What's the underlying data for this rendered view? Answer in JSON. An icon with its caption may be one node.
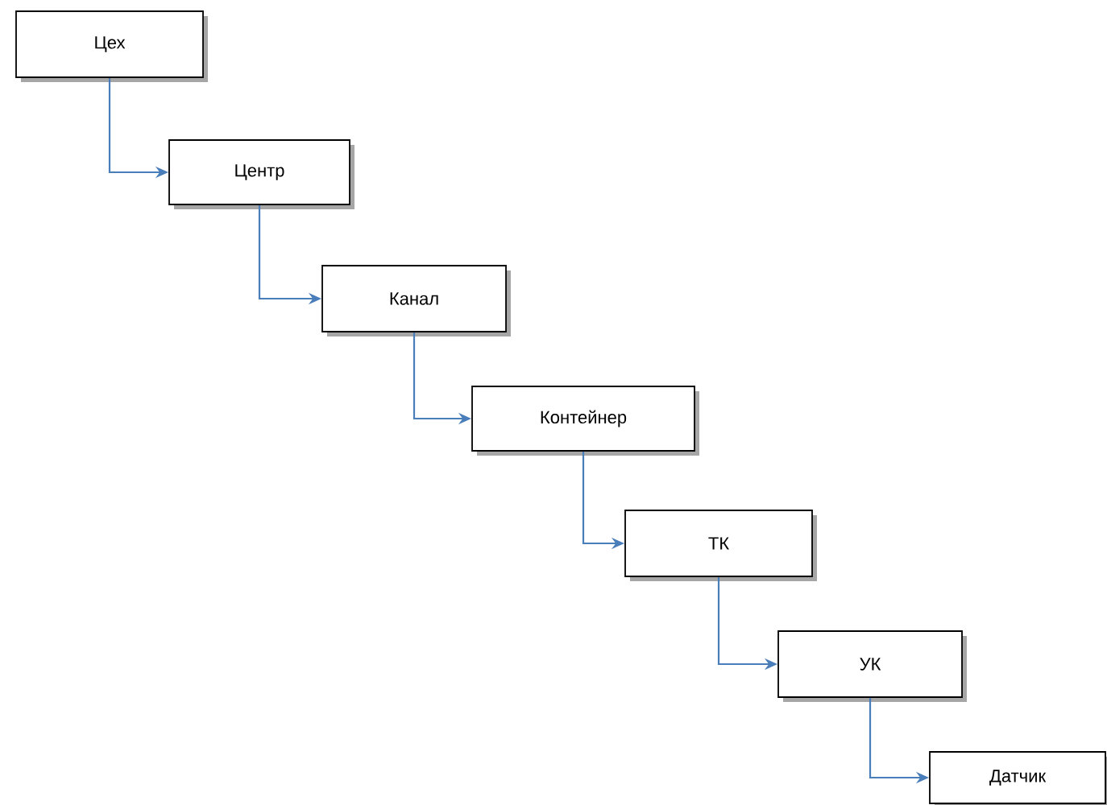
{
  "diagram": {
    "nodes": [
      {
        "text": [
          "Цех"
        ]
      },
      {
        "text": [
          "Центр"
        ]
      },
      {
        "text": [
          "Канал"
        ]
      },
      {
        "text": [
          "Контейнер"
        ]
      },
      {
        "text": [
          "ТК"
        ]
      },
      {
        "text": [
          "УК"
        ]
      },
      {
        "text": [
          "Датчик"
        ]
      }
    ],
    "edges": [
      {
        "from": 0,
        "to": 1,
        "arrow": "to"
      },
      {
        "from": 1,
        "to": 2,
        "arrow": "to"
      },
      {
        "from": 2,
        "to": 3,
        "arrow": "to"
      },
      {
        "from": 3,
        "to": 4,
        "arrow": "to"
      },
      {
        "from": 4,
        "to": 5,
        "arrow": "to"
      },
      {
        "from": 5,
        "to": 6,
        "arrow": "to"
      }
    ]
  }
}
